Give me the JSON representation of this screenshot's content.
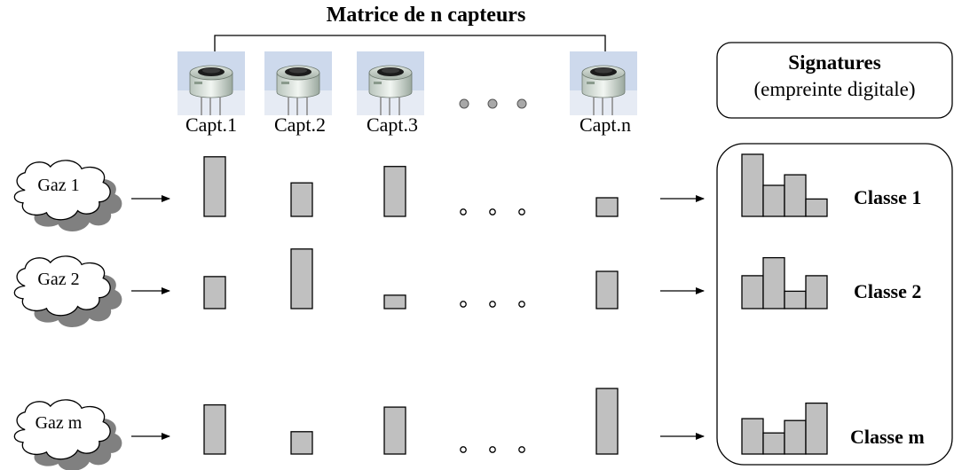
{
  "title": "Matrice de n capteurs",
  "sensors": [
    {
      "label": "Capt.1"
    },
    {
      "label": "Capt.2"
    },
    {
      "label": "Capt.3"
    },
    {
      "label": "Capt.n"
    }
  ],
  "signatures": {
    "title": "Signatures",
    "subtitle": "(empreinte digitale)"
  },
  "gases": [
    {
      "label": "Gaz 1",
      "class_label": "Classe 1",
      "responses": [
        0.8,
        0.45,
        0.67,
        0.25
      ],
      "signature": [
        1.0,
        0.5,
        0.67,
        0.28
      ]
    },
    {
      "label": "Gaz 2",
      "class_label": "Classe 2",
      "responses": [
        0.43,
        0.8,
        0.18,
        0.5
      ],
      "signature": [
        0.53,
        0.82,
        0.28,
        0.53
      ]
    },
    {
      "label": "Gaz m",
      "class_label": "Classe m",
      "responses": [
        0.66,
        0.3,
        0.63,
        0.88
      ],
      "signature": [
        0.57,
        0.34,
        0.54,
        0.82
      ]
    }
  ],
  "colors": {
    "bar_fill": "#c0c0c0",
    "line": "#000000",
    "cloud_shadow": "#808080",
    "dot": "#a8a8a8"
  }
}
